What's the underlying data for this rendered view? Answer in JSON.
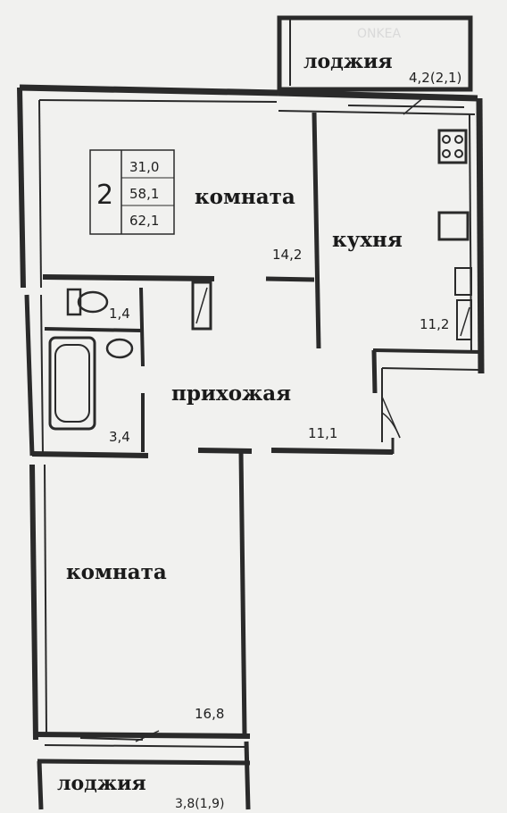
{
  "summary": {
    "rooms_count": "2",
    "living_area": "31,0",
    "total_area": "58,1",
    "total_with_loggias": "62,1"
  },
  "rooms": {
    "room_top": {
      "label": "комната",
      "area": "14,2"
    },
    "kitchen": {
      "label": "кухня",
      "area": "11,2"
    },
    "hallway": {
      "label": "прихожая",
      "area": "11,1"
    },
    "toilet": {
      "area": "1,4"
    },
    "bathroom": {
      "area": "3,4"
    },
    "room_bottom": {
      "label": "комната",
      "area": "16,8"
    }
  },
  "loggias": {
    "top": {
      "label": "лоджия",
      "area": "4,2(2,1)"
    },
    "bottom": {
      "label": "лоджия",
      "area": "3,8(1,9)"
    }
  },
  "watermark": "ONKEA",
  "colors": {
    "wall": "#2a2a2a",
    "paper": "#f1f1ef",
    "hatch": "#555555"
  }
}
